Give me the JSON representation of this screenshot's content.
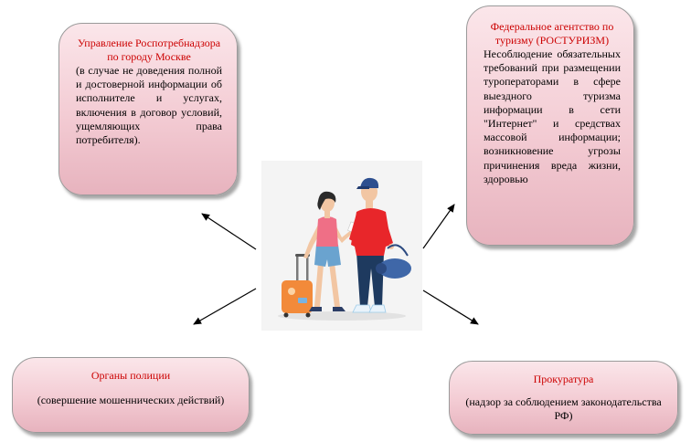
{
  "boxes": {
    "rpn": {
      "title": "Управление Роспотребнадзора по городу Москве",
      "text": "(в случае не доведения полной и достоверной информации об исполнителе и услугах, включения в договор условий, ущемляющих права потребителя)."
    },
    "tourism": {
      "title": "Федеральное агентство по туризму (РОСТУРИЗМ)",
      "text": "Несоблюдение обязательных требований при размещении туроператорами в сфере выездного туризма информации в сети \"Интернет\" и средствах массовой информации; возникновение угрозы причинения вреда жизни, здоровью"
    },
    "police": {
      "title": "Органы полиции",
      "text": "(совершение мошеннических действий)"
    },
    "prosecutor": {
      "title": "Прокуратура",
      "text": "(надзор за соблюдением законодательства РФ)"
    }
  },
  "illustration": {
    "subject": "travelers-couple-with-luggage",
    "colors": {
      "man_shirt": "#e8262a",
      "man_pants": "#1e3a5f",
      "man_cap": "#2d4f8f",
      "woman_top": "#ef6f86",
      "woman_shorts": "#6aa3cf",
      "suitcase": "#f28a3a",
      "duffel_bag": "#3f67a8",
      "skin": "#f2c6a3",
      "hair": "#2a2a2a"
    }
  },
  "colors": {
    "title_red": "#cc0000",
    "box_fill_top": "#fbe6ea",
    "box_fill_bottom": "#e7b3be",
    "arrow": "#000000"
  }
}
